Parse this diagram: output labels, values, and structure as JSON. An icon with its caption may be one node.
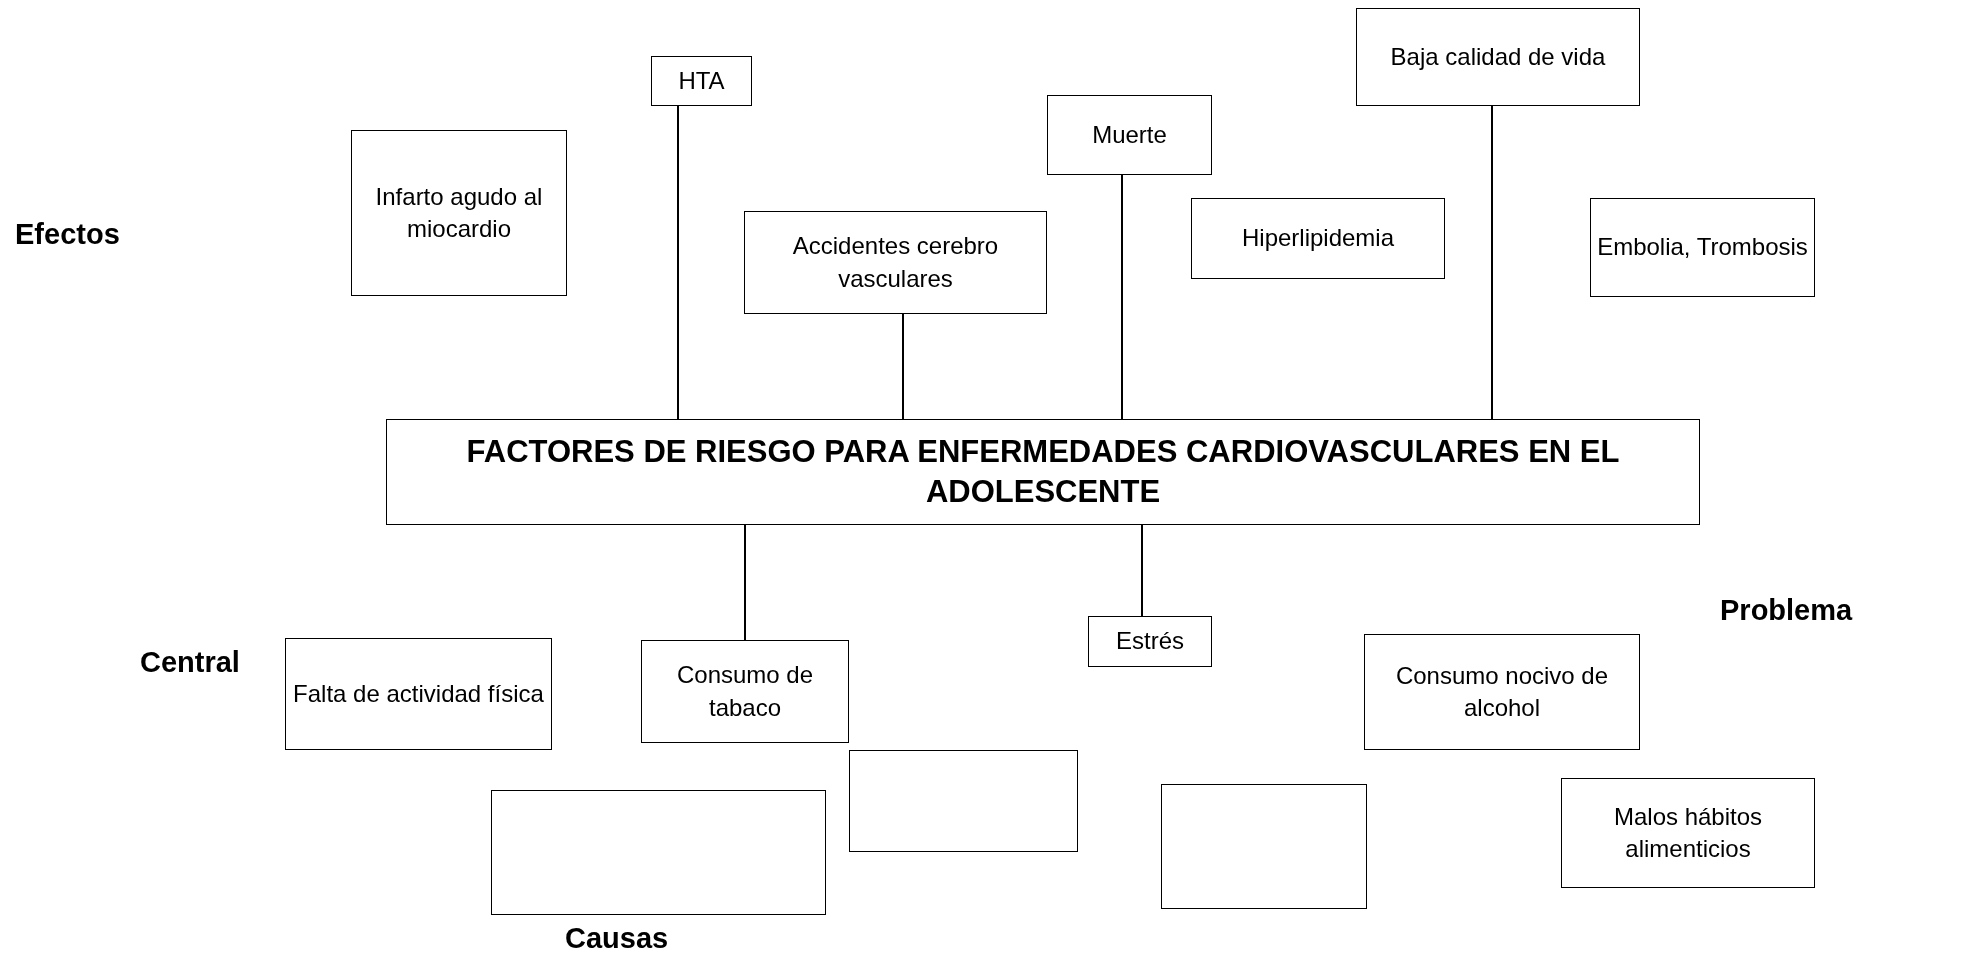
{
  "diagram": {
    "nodes": [
      {
        "text": [
          "Infarto agudo al miocardio"
        ]
      },
      {
        "text": [
          "HTA"
        ]
      },
      {
        "text": [
          "Accidentes cerebro vasculares"
        ]
      },
      {
        "text": [
          "Muerte"
        ]
      },
      {
        "text": [
          "Baja calidad de vida"
        ]
      },
      {
        "text": [
          "Hiperlipidemia"
        ]
      },
      {
        "text": [
          "Embolia, Trombosis"
        ]
      },
      {
        "text": [
          "FACTORES DE RIESGO PARA ENFERMEDADES CARDIOVASCULARES EN EL ADOLESCENTE"
        ]
      },
      {
        "text": [
          "Falta de actividad física"
        ]
      },
      {
        "text": [
          "Consumo de tabaco"
        ]
      },
      {
        "text": [
          "Estrés"
        ]
      },
      {
        "text": [
          "Consumo nocivo de alcohol"
        ]
      },
      {
        "text": [],
        "shape": "box"
      },
      {
        "text": [],
        "shape": "box"
      },
      {
        "text": [],
        "shape": "box"
      },
      {
        "text": [
          "Malos hábitos alimenticios"
        ]
      }
    ],
    "edges": [
      {
        "from": 1,
        "to": 7,
        "arrow": "none"
      },
      {
        "from": 2,
        "to": 7,
        "arrow": "none"
      },
      {
        "from": 3,
        "to": 7,
        "arrow": "none"
      },
      {
        "from": 4,
        "to": 7,
        "arrow": "none"
      },
      {
        "from": 7,
        "to": 9,
        "arrow": "none"
      },
      {
        "from": 7,
        "to": 10,
        "arrow": "none"
      }
    ],
    "labels": [
      "Efectos",
      "Problema",
      "Central",
      "Causas"
    ]
  }
}
